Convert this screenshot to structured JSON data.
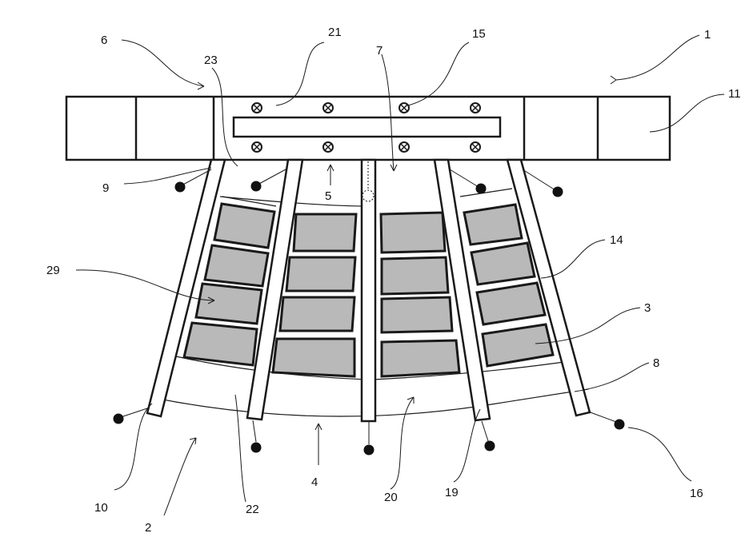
{
  "diagram": {
    "reference_numerals": {
      "n1": "1",
      "n2": "2",
      "n3": "3",
      "n4": "4",
      "n5": "5",
      "n6": "6",
      "n7": "7",
      "n8": "8",
      "n9": "9",
      "n10": "10",
      "n11": "11",
      "n14": "14",
      "n15": "15",
      "n16": "16",
      "n19": "19",
      "n20": "20",
      "n21": "21",
      "n22": "22",
      "n23": "23",
      "n29": "29"
    },
    "colors": {
      "line": "#1a1a1a",
      "cell_fill": "#b9b9b9",
      "background": "#ffffff"
    }
  }
}
